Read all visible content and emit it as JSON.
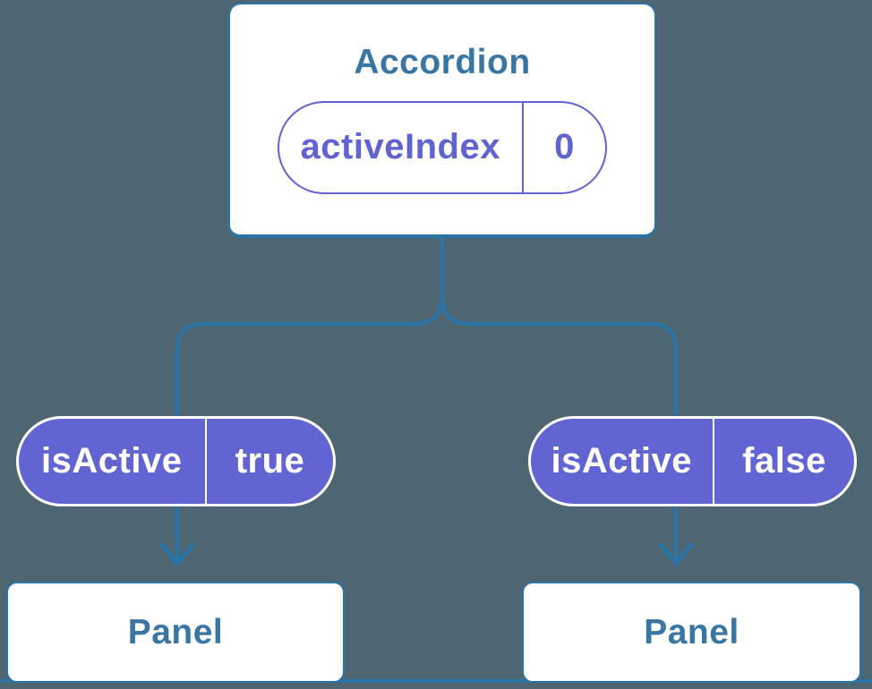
{
  "diagram": {
    "type": "component-tree",
    "background_color": "#4d6671",
    "colors": {
      "connector_blue": "#2c73a6",
      "node_text_blue": "#3a76a4",
      "state_purple": "#6163d0",
      "prop_pill_purple": "#6264d2",
      "card_white": "#ffffff"
    },
    "accordion": {
      "title": "Accordion",
      "state_pill": {
        "label": "activeIndex",
        "value": "0"
      }
    },
    "prop_pills": [
      {
        "label": "isActive",
        "value": "true"
      },
      {
        "label": "isActive",
        "value": "false"
      }
    ],
    "panels": [
      {
        "title": "Panel"
      },
      {
        "title": "Panel"
      }
    ]
  }
}
